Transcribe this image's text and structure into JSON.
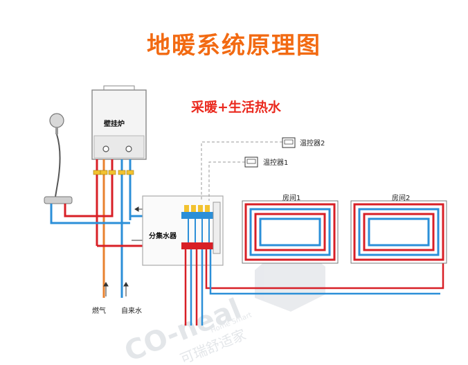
{
  "title": "地暖系统原理图",
  "subtitle": "采暖+生活热水",
  "boiler": {
    "label": "壁挂炉"
  },
  "thermostats": [
    {
      "label": "温控器2"
    },
    {
      "label": "温控器1"
    }
  ],
  "manifold": {
    "label": "分集水器"
  },
  "rooms": [
    {
      "label": "房间1"
    },
    {
      "label": "房间2"
    }
  ],
  "inlets": [
    {
      "label": "燃气"
    },
    {
      "label": "自来水"
    }
  ],
  "watermark": {
    "brand": "CO-neal",
    "tagline": "Home Smart",
    "cn": "可瑞舒适家",
    "mark": "®"
  },
  "colors": {
    "hot": "#d81f26",
    "cold": "#2b8fd8",
    "accent": "#f26a12",
    "outline": "#999999"
  }
}
